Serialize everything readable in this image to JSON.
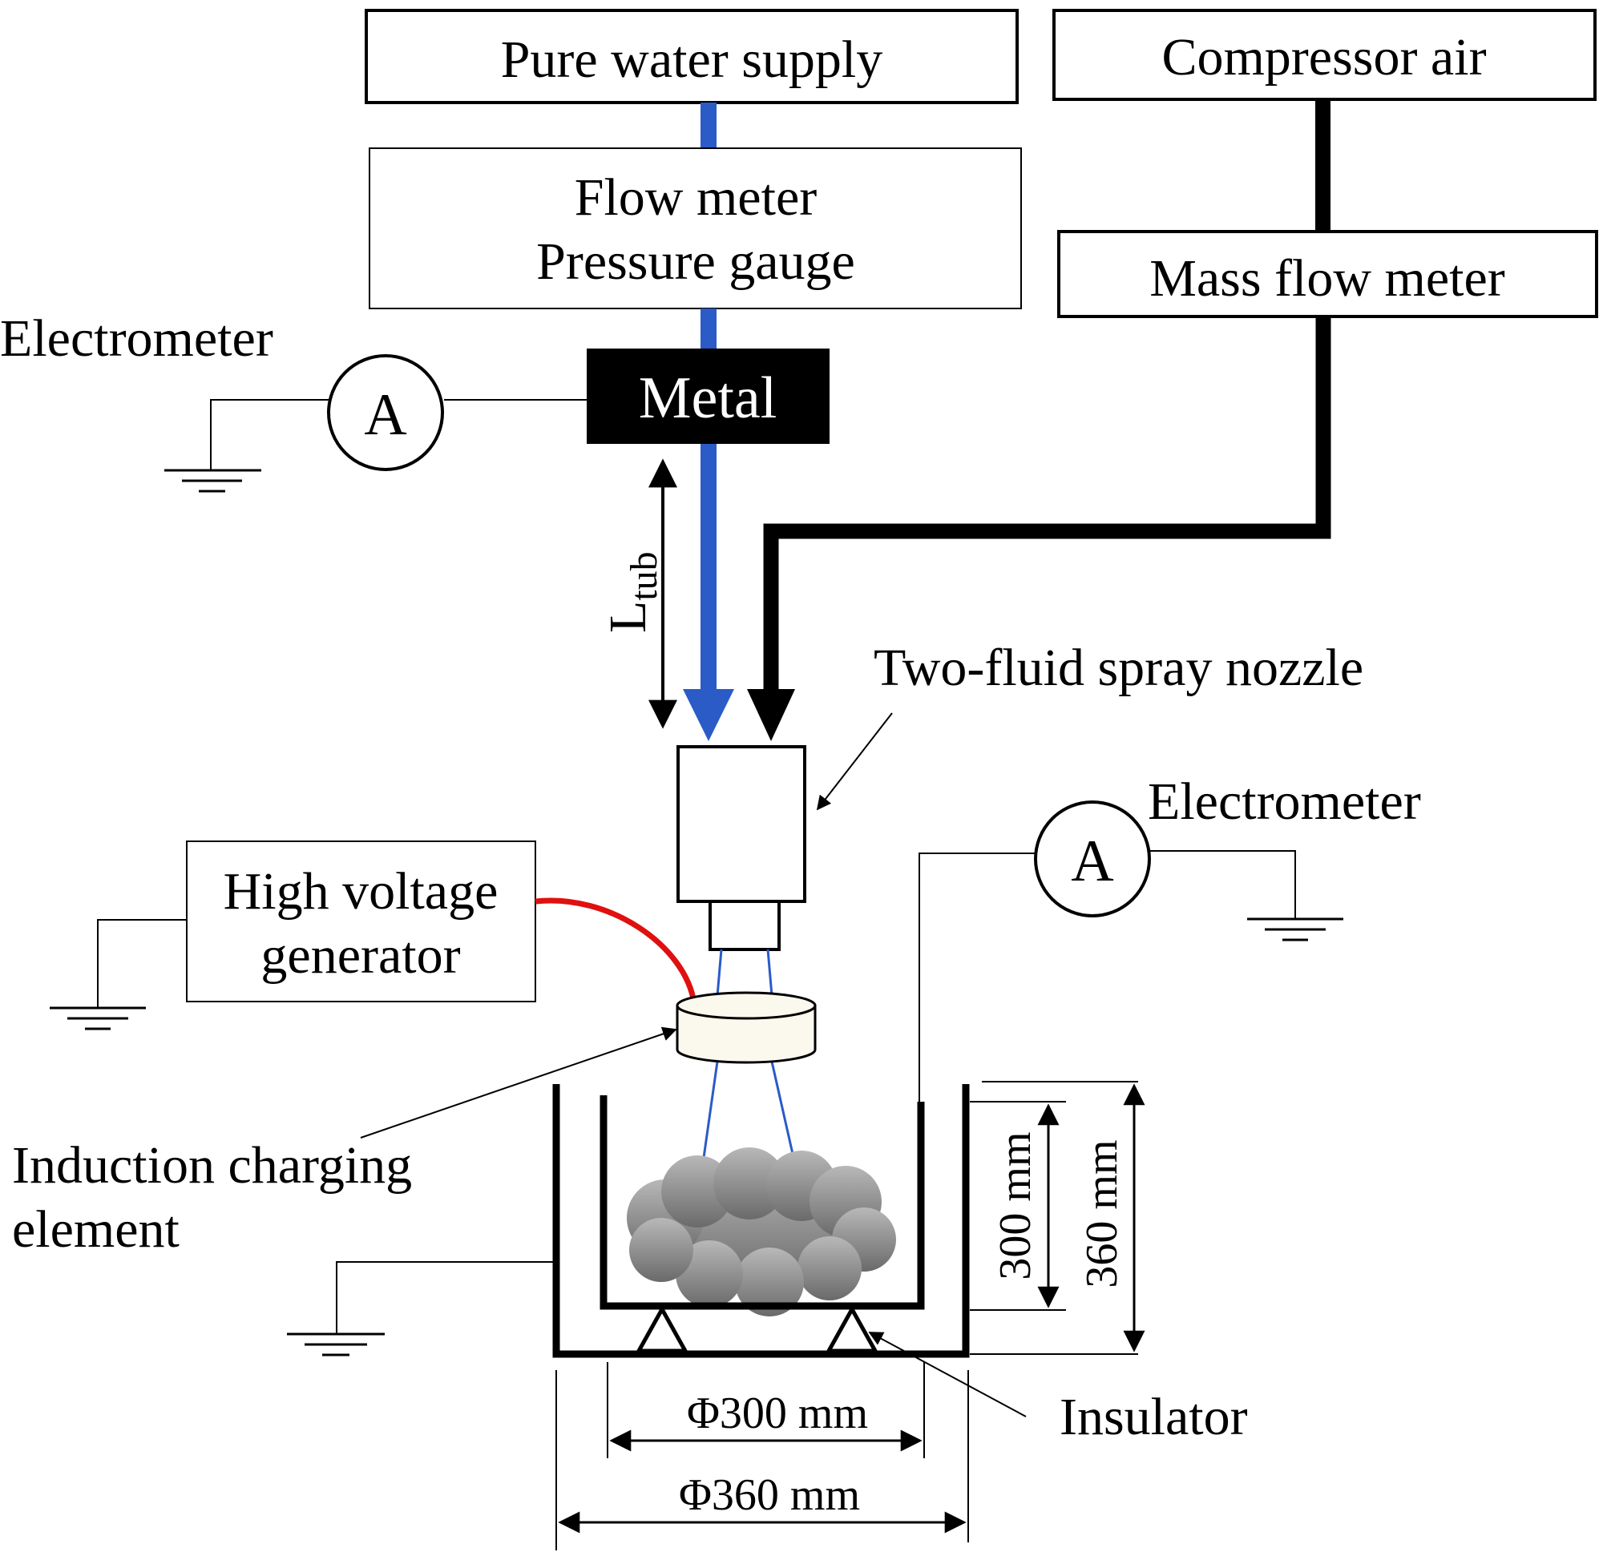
{
  "labels": {
    "pure_water_supply": "Pure water supply",
    "compressor_air": "Compressor air",
    "flow_meter": "Flow meter",
    "pressure_gauge": "Pressure gauge",
    "mass_flow_meter": "Mass flow meter",
    "electrometer_left": "Electrometer",
    "electrometer_right": "Electrometer",
    "ammeter_symbol_left": "A",
    "ammeter_symbol_right": "A",
    "metal": "Metal",
    "l_tub_main": "L",
    "l_tub_sub": "tub",
    "two_fluid_spray_nozzle": "Two-fluid spray nozzle",
    "high_voltage_line1": "High voltage",
    "high_voltage_line2": "generator",
    "induction_line1": "Induction charging",
    "induction_line2": "element",
    "insulator": "Insulator",
    "dim_300_height": "300 mm",
    "dim_360_height": "360 mm",
    "dim_phi300": "Φ300 mm",
    "dim_phi360": "Φ360 mm"
  },
  "colors": {
    "water_line": "#2a5bc7",
    "air_line": "#000000",
    "hv_wire": "#e01010",
    "spray_cone": "#2a5bc7",
    "metal_block": "#000000",
    "charging_ring": "#fbf8ee",
    "mist": "#9a9a9a"
  }
}
